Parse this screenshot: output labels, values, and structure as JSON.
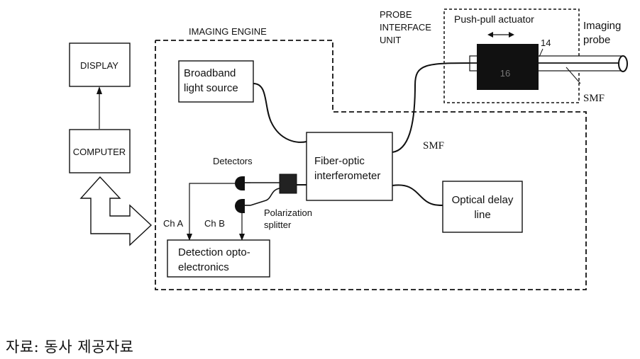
{
  "diagram": {
    "imaging_engine_label": "IMAGING ENGINE",
    "probe_interface_unit_label": [
      "PROBE",
      "INTERFACE",
      "UNIT"
    ],
    "display_label": "DISPLAY",
    "computer_label": "COMPUTER",
    "broadband_source_label": [
      "Broadband",
      "light source"
    ],
    "fiber_interferometer_label": [
      "Fiber-optic",
      "interferometer"
    ],
    "optical_delay_label": [
      "Optical delay",
      "line"
    ],
    "detectors_label": "Detectors",
    "polarization_splitter_label": [
      "Polarization",
      "splitter"
    ],
    "channel_a_label": "Ch A",
    "channel_b_label": "Ch B",
    "detection_opto_label": [
      "Detection opto-",
      "electronics"
    ],
    "push_pull_label": "Push-pull actuator",
    "imaging_probe_label": [
      "Imaging",
      "probe"
    ],
    "actuator_number": "16",
    "ref_14": "14",
    "smf_label_1": "SMF",
    "smf_label_2": "SMF"
  },
  "source_note": "자료: 동사 제공자료"
}
